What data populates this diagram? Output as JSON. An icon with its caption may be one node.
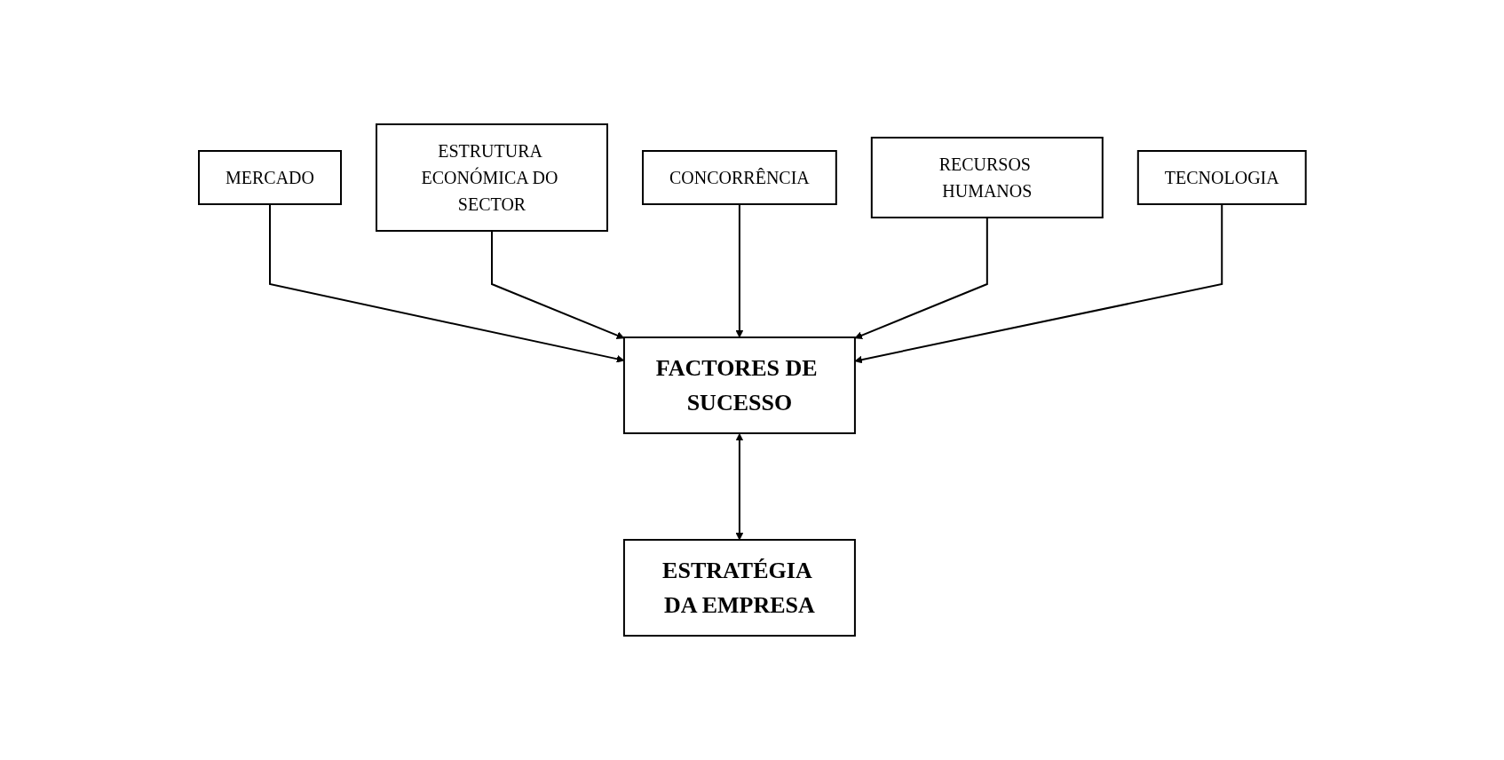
{
  "diagram": {
    "nodes": [
      {
        "text": [
          "MERCADO"
        ]
      },
      {
        "text": [
          "ESTRUTURA ECONÓMICA DO SECTOR"
        ]
      },
      {
        "text": [
          "CONCORRÊNCIA"
        ]
      },
      {
        "text": [
          "RECURSOS HUMANOS"
        ]
      },
      {
        "text": [
          "TECNOLOGIA"
        ]
      },
      {
        "text": [
          "FACTORES DE SUCESSO"
        ]
      },
      {
        "text": [
          "ESTRATÉGIA DA EMPRESA"
        ]
      }
    ],
    "edges": [
      {
        "from": 0,
        "to": 5,
        "arrow": "to"
      },
      {
        "from": 1,
        "to": 5,
        "arrow": "to"
      },
      {
        "from": 2,
        "to": 5,
        "arrow": "to"
      },
      {
        "from": 3,
        "to": 5,
        "arrow": "to"
      },
      {
        "from": 4,
        "to": 5,
        "arrow": "to"
      },
      {
        "from": 5,
        "to": 6,
        "arrow": "both"
      }
    ]
  }
}
